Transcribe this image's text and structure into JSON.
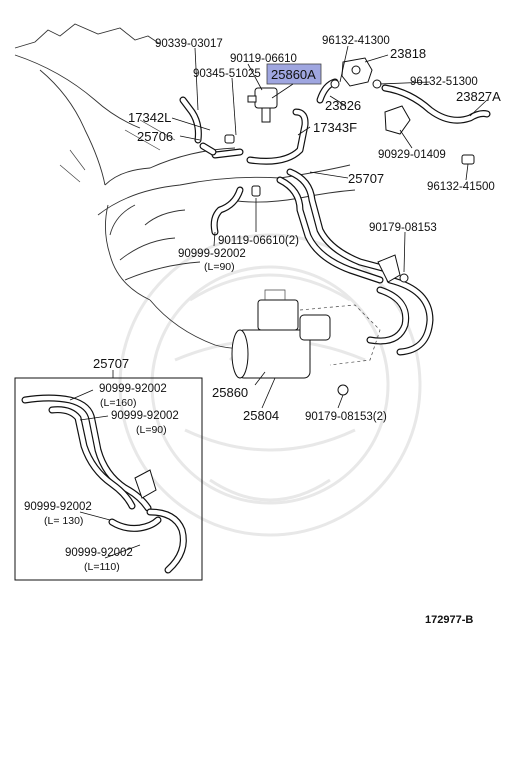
{
  "highlight_color": "#9fa6e0",
  "labels": {
    "p90339": "90339-03017",
    "p90119_top": "90119-06610",
    "p96132_41300": "96132-41300",
    "p23818": "23818",
    "p90345": "90345-51025",
    "p25860A": "25860A",
    "p96132_51300": "96132-51300",
    "p23827A": "23827A",
    "p23826": "23826",
    "p17342L": "17342L",
    "p17343F": "17343F",
    "p25706": "25706",
    "p90929": "90929-01409",
    "p96132_41500": "96132-41500",
    "p25707_main": "25707",
    "p90119_2": "90119-06610(2)",
    "p90179_top": "90179-08153",
    "p90999_main": "90999-92002",
    "p90999_main_len": "(L=90)",
    "p25860": "25860",
    "p25804": "25804",
    "p90179_2": "90179-08153(2)",
    "inset_title": "25707",
    "inset_a": "90999-92002",
    "inset_a_len": "(L=160)",
    "inset_b": "90999-92002",
    "inset_b_len": "(L=90)",
    "inset_c": "90999-92002",
    "inset_c_len": "(L= 130)",
    "inset_d": "90999-92002",
    "inset_d_len": "(L=110)",
    "diagram_ref": "172977-B"
  }
}
